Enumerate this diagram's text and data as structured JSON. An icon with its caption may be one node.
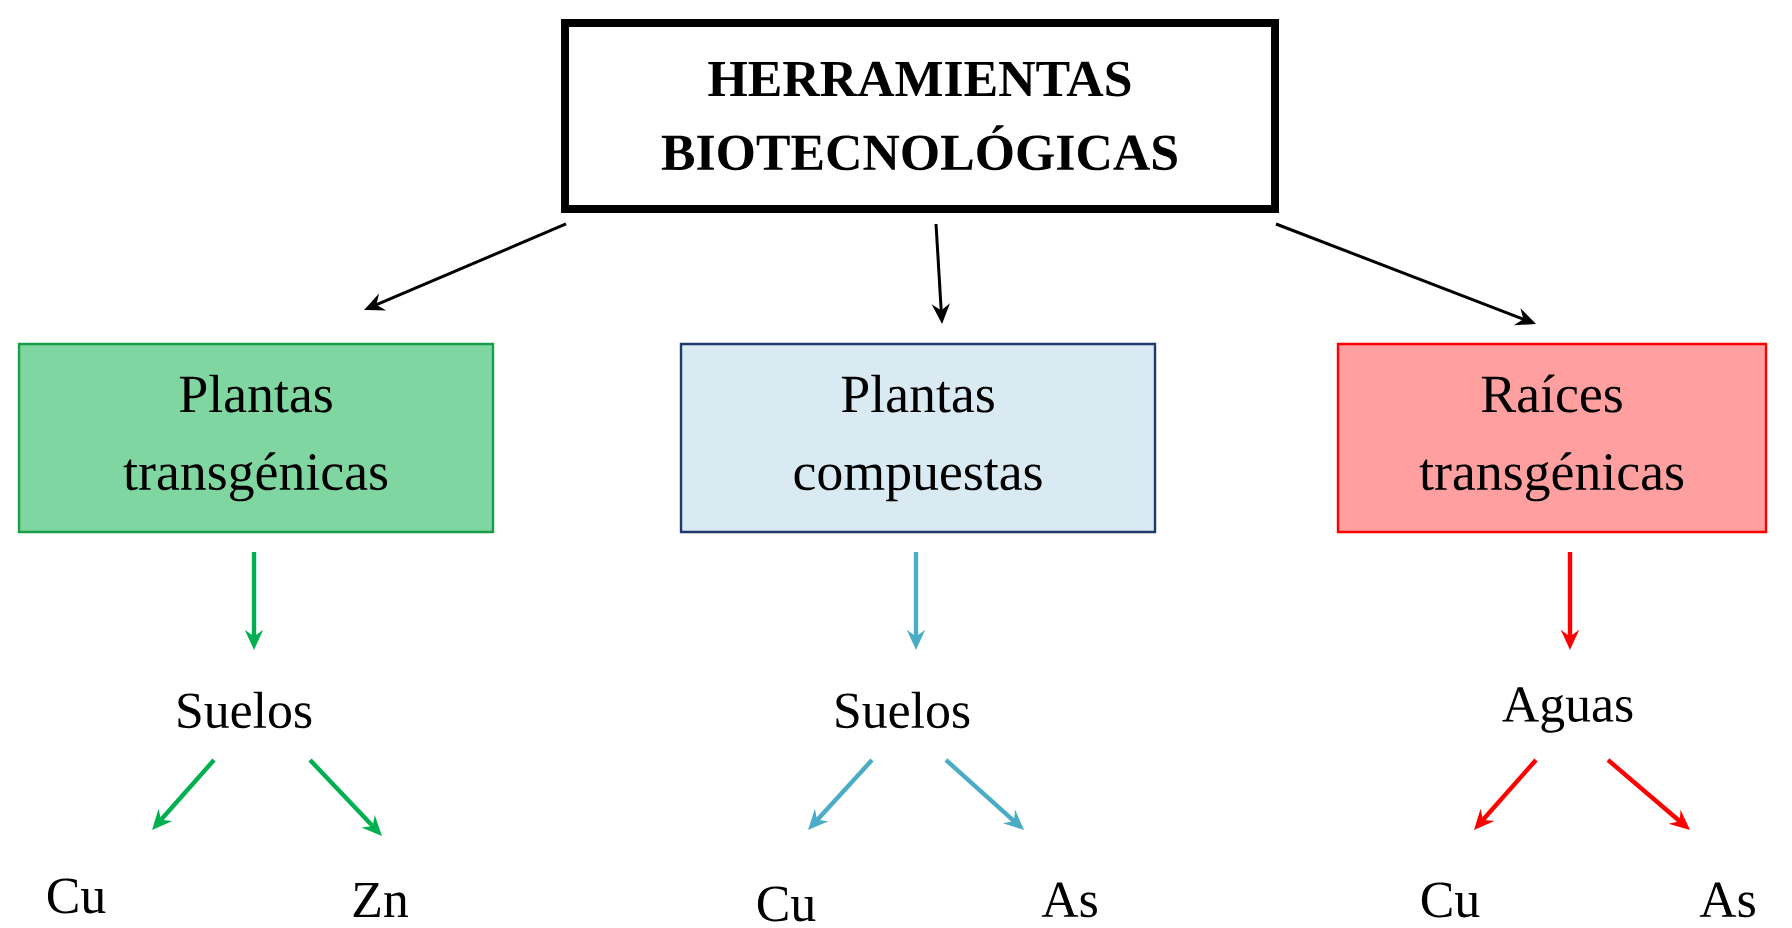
{
  "diagram": {
    "nodes": [
      {
        "text": [
          "HERRAMIENTAS BIOTECNOLÓGICAS"
        ]
      },
      {
        "text": [
          "Plantas transgénicas"
        ]
      },
      {
        "text": [
          "Plantas compuestas"
        ]
      },
      {
        "text": [
          "Raíces transgénicas"
        ]
      },
      {
        "text": [
          "Suelos"
        ]
      },
      {
        "text": [
          "Cu"
        ]
      },
      {
        "text": [
          "Zn"
        ]
      },
      {
        "text": [
          "Suelos"
        ]
      },
      {
        "text": [
          "Cu"
        ]
      },
      {
        "text": [
          "As"
        ]
      },
      {
        "text": [
          "Aguas"
        ]
      },
      {
        "text": [
          "Cu"
        ]
      },
      {
        "text": [
          "As"
        ]
      }
    ],
    "edges": [
      {
        "from": 0,
        "to": 1,
        "arrow": "to"
      },
      {
        "from": 0,
        "to": 2,
        "arrow": "to"
      },
      {
        "from": 0,
        "to": 3,
        "arrow": "to"
      },
      {
        "from": 1,
        "to": 4,
        "arrow": "to",
        "color": "#00b050"
      },
      {
        "from": 4,
        "to": 5,
        "arrow": "to",
        "color": "#00b050"
      },
      {
        "from": 4,
        "to": 6,
        "arrow": "to",
        "color": "#00b050"
      },
      {
        "from": 2,
        "to": 7,
        "arrow": "to",
        "color": "#4bacc6"
      },
      {
        "from": 7,
        "to": 8,
        "arrow": "to",
        "color": "#4bacc6"
      },
      {
        "from": 7,
        "to": 9,
        "arrow": "to",
        "color": "#4bacc6"
      },
      {
        "from": 3,
        "to": 10,
        "arrow": "to",
        "color": "#ff0000"
      },
      {
        "from": 10,
        "to": 11,
        "arrow": "to",
        "color": "#ff0000"
      },
      {
        "from": 10,
        "to": 12,
        "arrow": "to",
        "color": "#ff0000"
      }
    ]
  }
}
